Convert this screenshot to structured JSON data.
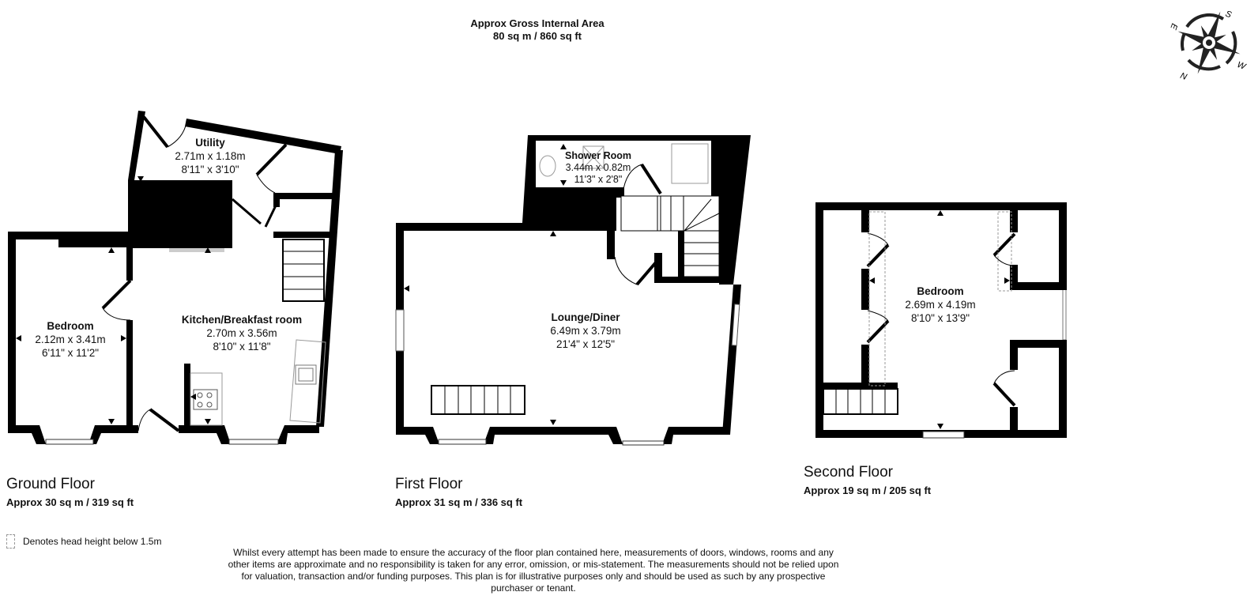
{
  "header": {
    "title": "Approx Gross Internal Area",
    "area": "80 sq m / 860 sq ft"
  },
  "compass": {
    "icon": "compass-rose-icon",
    "labels": {
      "n": "N",
      "s": "S",
      "e": "E",
      "w": "W"
    }
  },
  "floors": [
    {
      "name": "Ground Floor",
      "area": "Approx 30 sq m / 319 sq ft",
      "rooms": [
        {
          "name": "Utility",
          "metric": "2.71m x 1.18m",
          "imperial": "8'11\" x 3'10\""
        },
        {
          "name": "Bedroom",
          "metric": "2.12m x 3.41m",
          "imperial": "6'11\" x 11'2\""
        },
        {
          "name": "Kitchen/Breakfast room",
          "metric": "2.70m x 3.56m",
          "imperial": "8'10\" x 11'8\""
        }
      ]
    },
    {
      "name": "First Floor",
      "area": "Approx 31 sq m / 336 sq ft",
      "rooms": [
        {
          "name": "Shower Room",
          "metric": "3.44m x 0.82m",
          "imperial": "11'3\" x 2'8\""
        },
        {
          "name": "Lounge/Diner",
          "metric": "6.49m x 3.79m",
          "imperial": "21'4\" x 12'5\""
        }
      ]
    },
    {
      "name": "Second Floor",
      "area": "Approx 19 sq m / 205 sq ft",
      "rooms": [
        {
          "name": "Bedroom",
          "metric": "2.69m x 4.19m",
          "imperial": "8'10\" x 13'9\""
        }
      ]
    }
  ],
  "legend": {
    "text": "Denotes head height below 1.5m"
  },
  "disclaimer": "Whilst every attempt has been made to ensure the accuracy of the floor plan contained here, measurements of doors, windows, rooms and any other items are approximate and no responsibility is taken for any error, omission, or mis-statement. The measurements should not be relied upon for valuation, transaction and/or funding purposes. This plan is for illustrative purposes only and should be used as such by any prospective purchaser or tenant.",
  "colors": {
    "wall": "#000000",
    "background": "#ffffff",
    "fixture_line": "#777777",
    "low_headroom_dash": "#999999"
  }
}
